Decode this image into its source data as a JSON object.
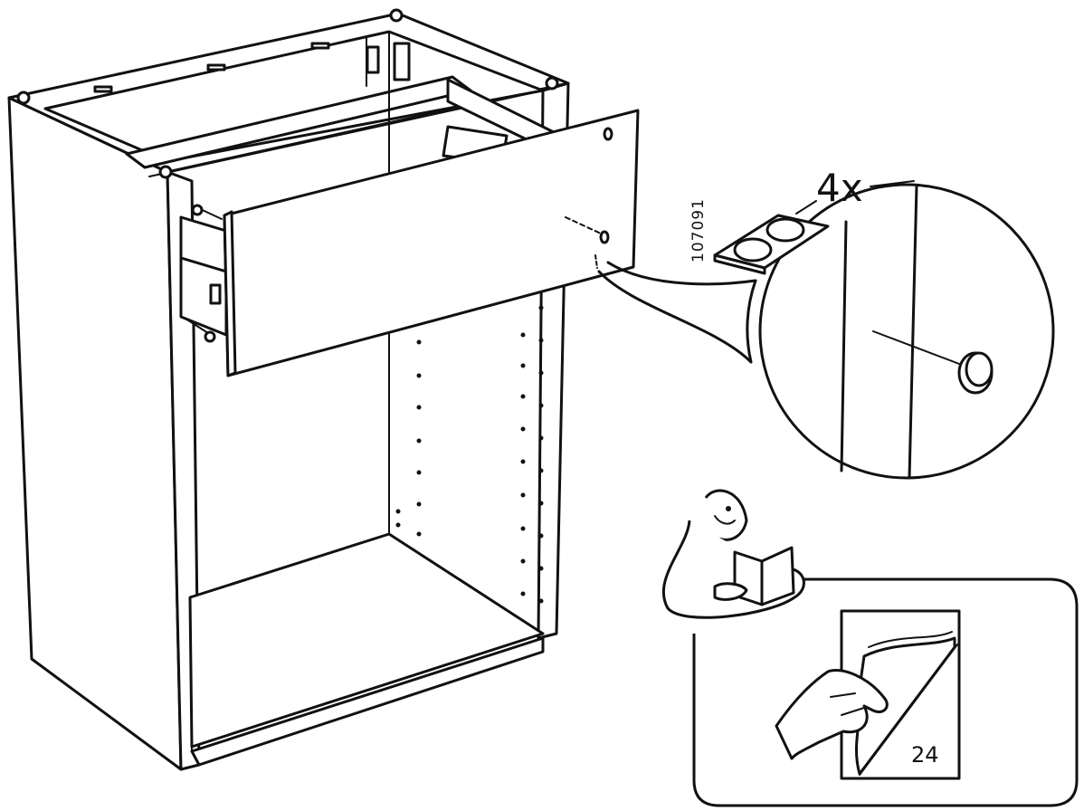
{
  "callout": {
    "quantity": "4x",
    "part_number": "107091"
  },
  "reference": {
    "page_number": "24"
  },
  "colors": {
    "ink": "#111111",
    "paper": "#ffffff"
  },
  "icons": [
    "cabinet-frame-drawing",
    "drawer-front-drawing",
    "bumper-pad-sheet-icon",
    "bumper-pad-icon",
    "reading-man-icon",
    "hand-turning-page-icon"
  ]
}
